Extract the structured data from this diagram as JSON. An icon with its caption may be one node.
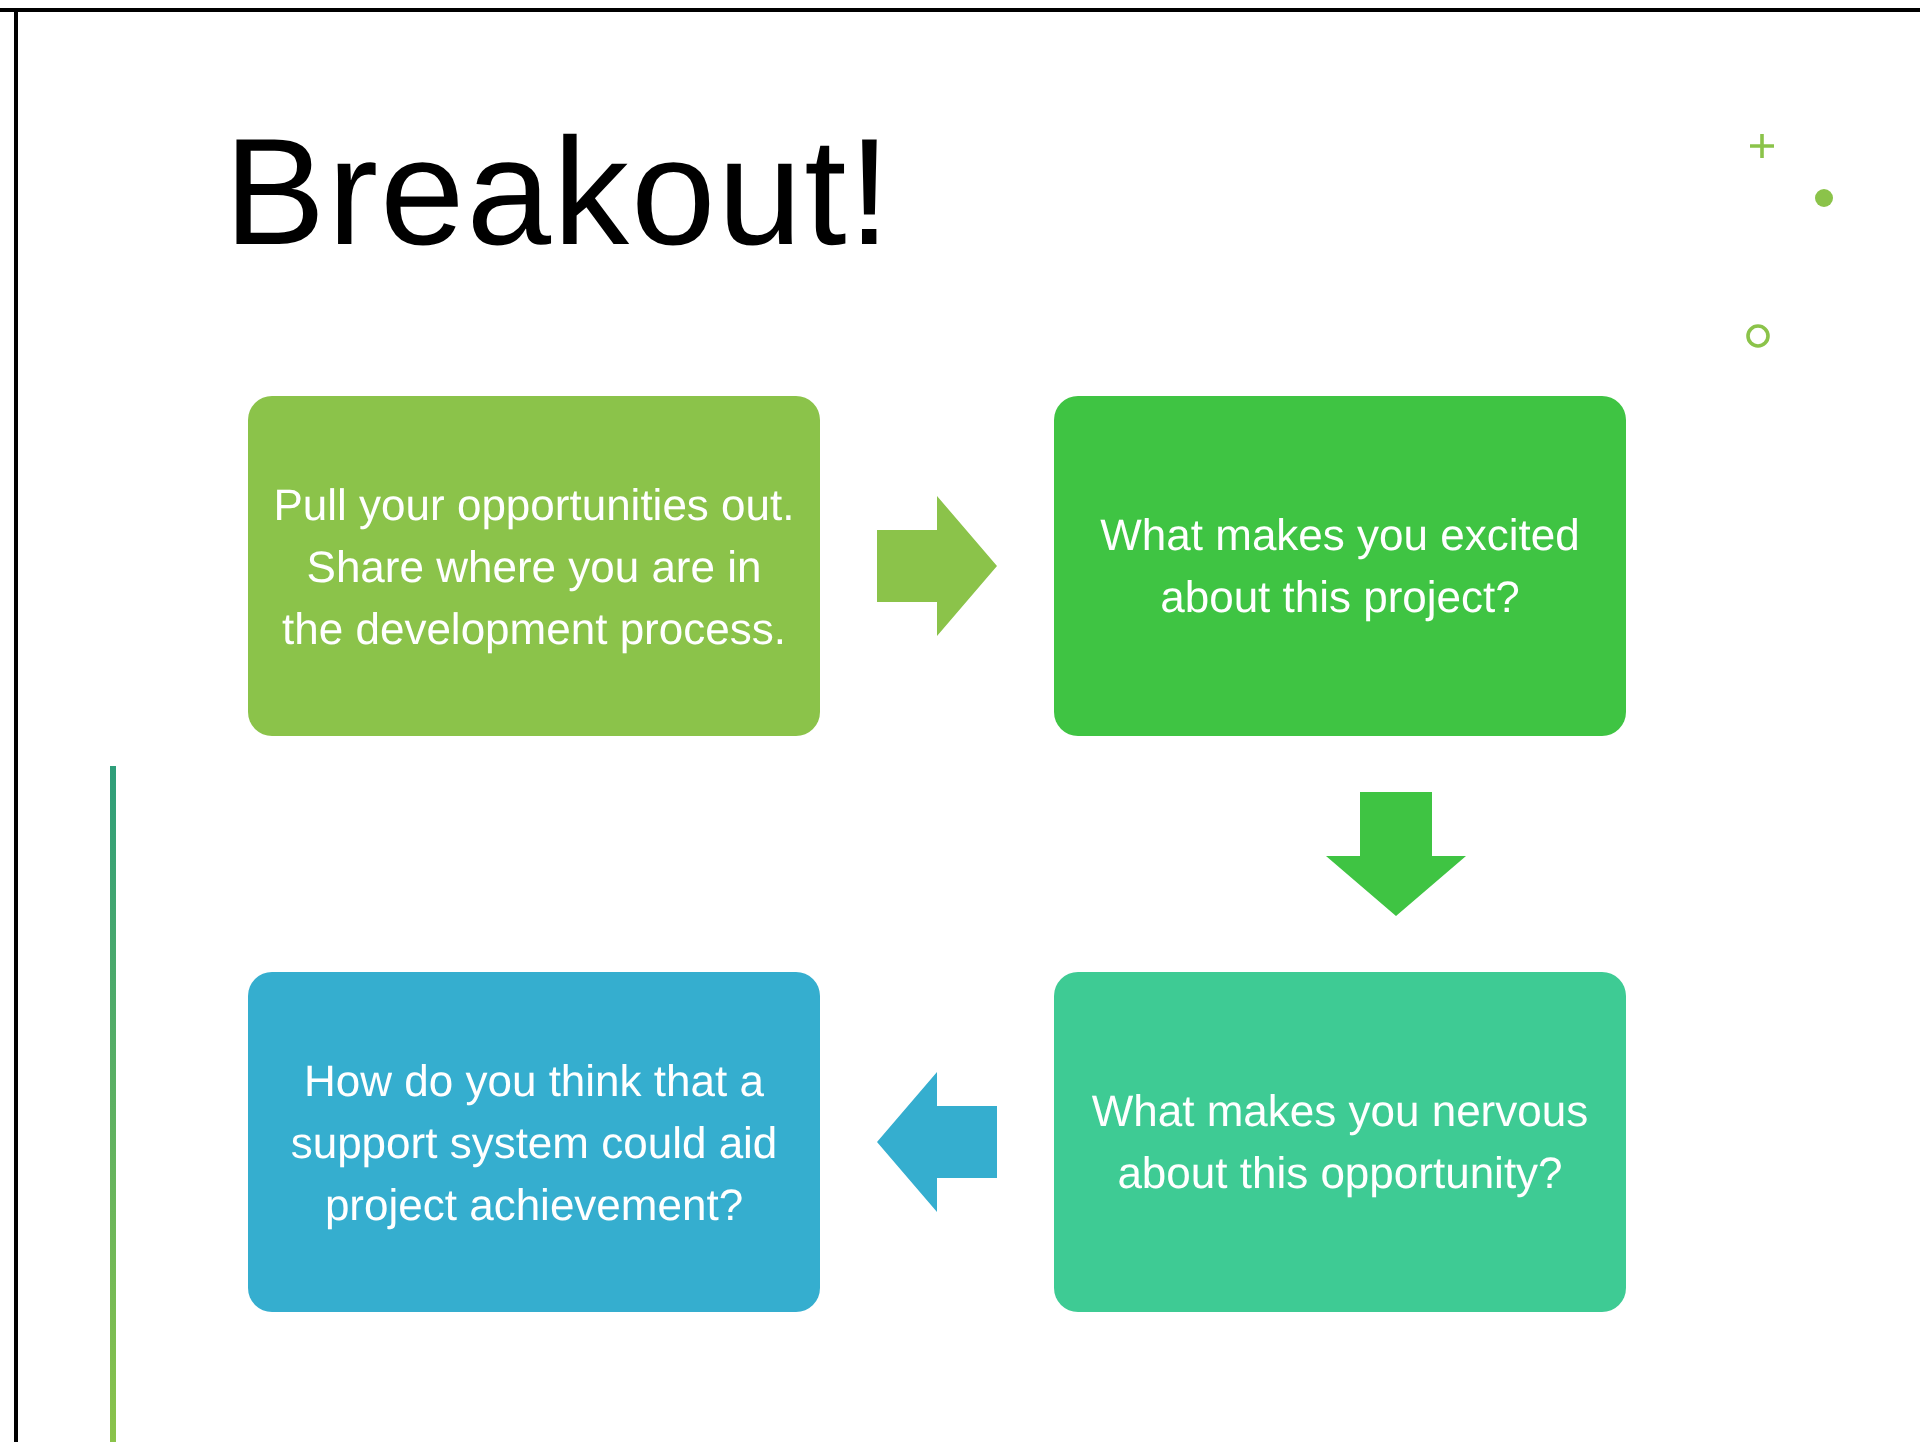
{
  "diagram": {
    "title": "Breakout!",
    "nodes": [
      {
        "text": [
          "Pull your opportunities out. Share where you are in the development process."
        ]
      },
      {
        "text": [
          "What makes you excited about this project?"
        ]
      },
      {
        "text": [
          "What makes you nervous about this opportunity?"
        ]
      },
      {
        "text": [
          "How do you think that a support system could aid project achievement?"
        ]
      }
    ],
    "edges": [
      {
        "from": 0,
        "to": 1,
        "arrow": "to",
        "color": "#8bc34a"
      },
      {
        "from": 1,
        "to": 2,
        "arrow": "to",
        "color": "#3fc443"
      },
      {
        "from": 2,
        "to": 3,
        "arrow": "to",
        "color": "#35aecf"
      }
    ]
  }
}
